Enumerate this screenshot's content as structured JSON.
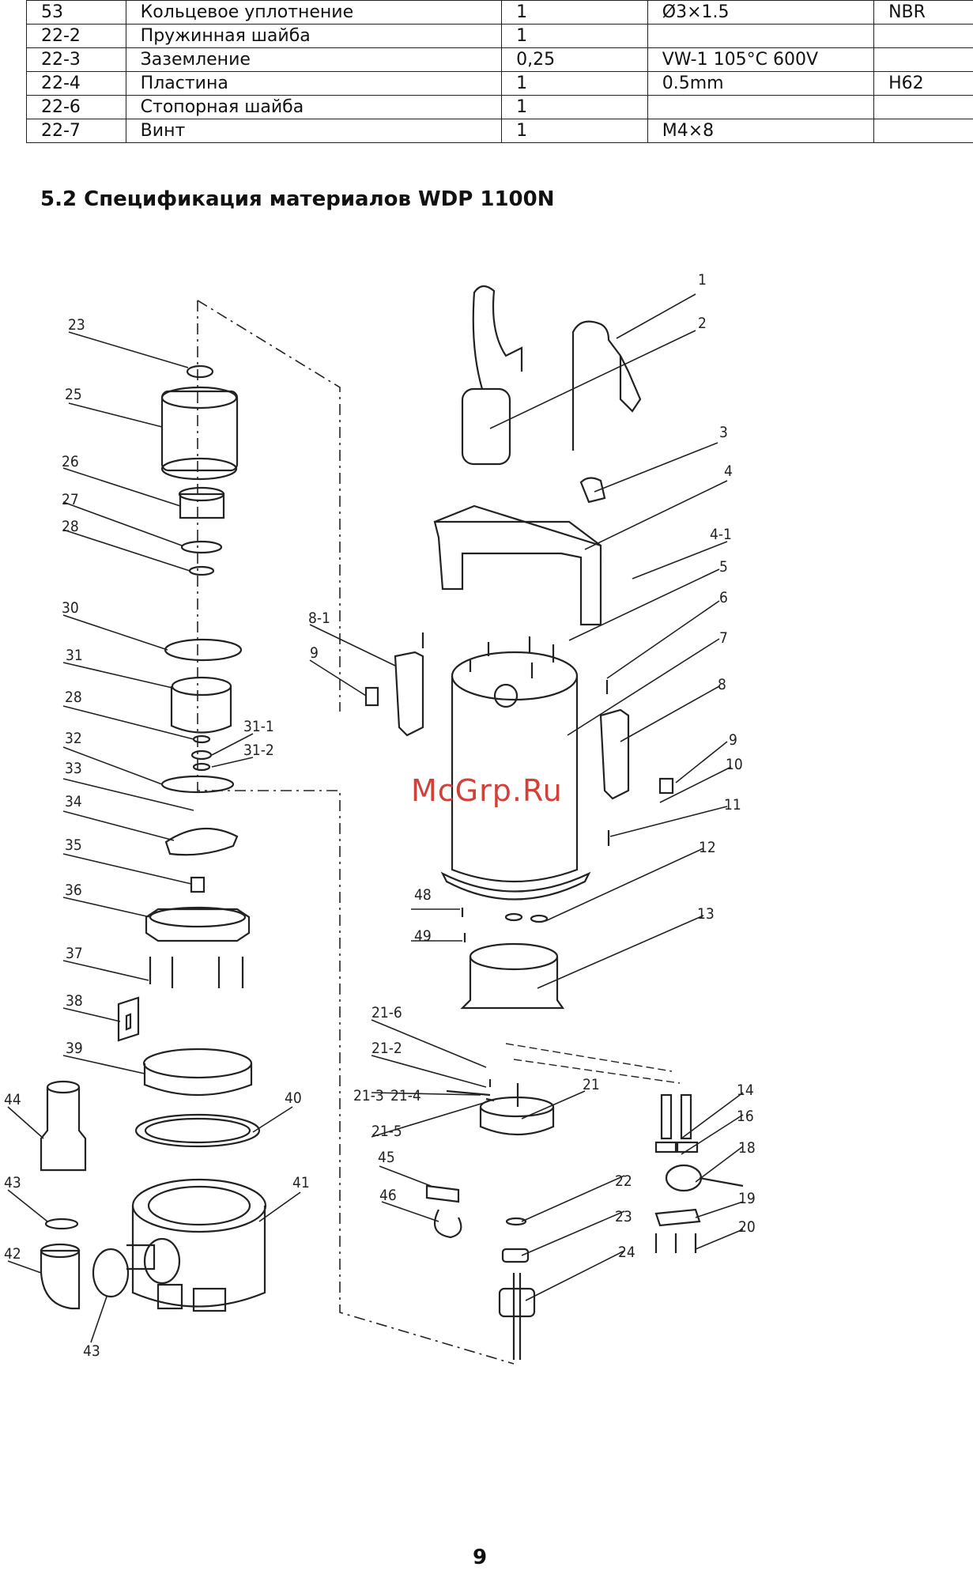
{
  "table": {
    "rows": [
      [
        "53",
        "Кольцевое уплотнение",
        "1",
        "Ø3×1.5",
        "NBR"
      ],
      [
        "22-2",
        "Пружинная шайба",
        "1",
        "",
        ""
      ],
      [
        "22-3",
        "Заземление",
        "0,25",
        "VW-1 105°C 600V",
        ""
      ],
      [
        "22-4",
        "Пластина",
        "1",
        "0.5mm",
        "H62"
      ],
      [
        "22-6",
        "Стопорная шайба",
        "1",
        "",
        ""
      ],
      [
        "22-7",
        "Винт",
        "1",
        "M4×8",
        ""
      ]
    ]
  },
  "section": {
    "title": "5.2 Спецификация материалов WDP 1100N"
  },
  "diagram": {
    "labels": [
      "1",
      "2",
      "3",
      "4",
      "4-1",
      "5",
      "6",
      "7",
      "8",
      "9",
      "10",
      "11",
      "12",
      "13",
      "8-1",
      "9",
      "48",
      "49",
      "21-6",
      "21-2",
      "21-3",
      "21-4",
      "21-5",
      "21",
      "14",
      "16",
      "18",
      "19",
      "20",
      "45",
      "46",
      "22",
      "23",
      "24",
      "23",
      "25",
      "26",
      "27",
      "28",
      "30",
      "31",
      "28",
      "31-1",
      "31-2",
      "32",
      "33",
      "34",
      "35",
      "36",
      "37",
      "38",
      "39",
      "40",
      "41",
      "44",
      "43",
      "42",
      "43"
    ]
  },
  "watermark": "McGrp.Ru",
  "page_number": "9"
}
